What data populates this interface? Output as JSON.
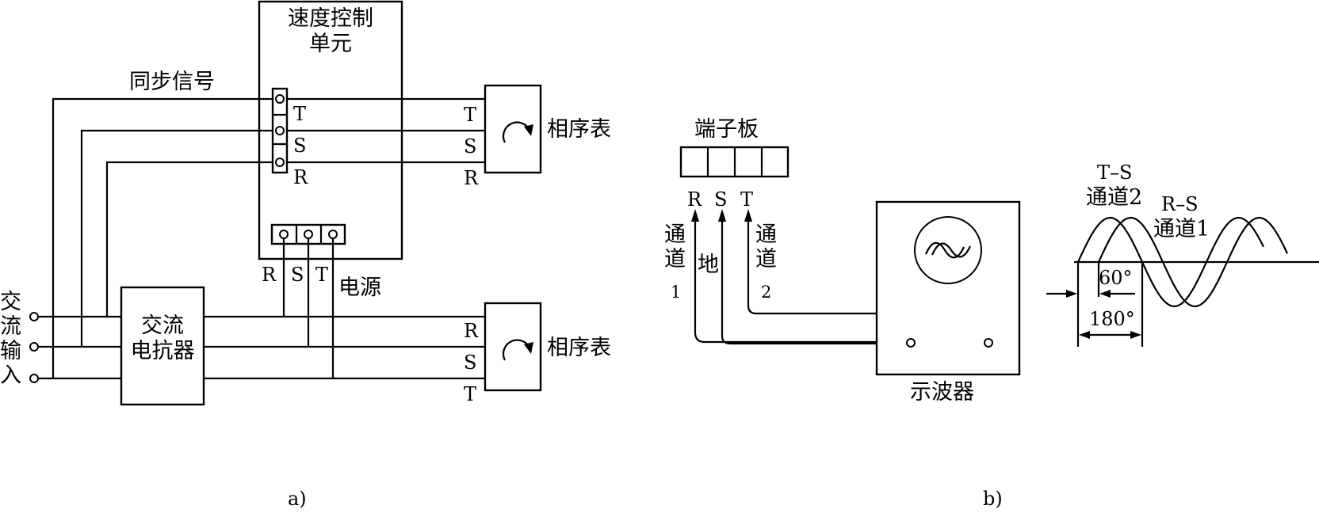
{
  "colors": {
    "ink": "#000000",
    "background": "#ffffff"
  },
  "diagram_a": {
    "speed_unit_label": [
      "速度控制",
      "单元"
    ],
    "sync_signal_label": "同步信号",
    "sync_terminal_labels": [
      "T",
      "S",
      "R"
    ],
    "power_terminal_labels": [
      "R",
      "S",
      "T"
    ],
    "power_label": "电源",
    "ac_input_label": [
      "交",
      "流",
      "输",
      "入"
    ],
    "reactor_label": [
      "交流",
      "电抗器"
    ],
    "meter_top": {
      "terminals": [
        "T",
        "S",
        "R"
      ],
      "label": "相序表",
      "icon": "rotation-arrow-icon"
    },
    "meter_bottom": {
      "terminals": [
        "R",
        "S",
        "T"
      ],
      "label": "相序表",
      "icon": "rotation-arrow-icon"
    },
    "caption": "a)"
  },
  "diagram_b": {
    "terminal_board_label": "端子板",
    "terminal_labels": [
      "R",
      "S",
      "T"
    ],
    "channel1_label": [
      "通",
      "道",
      "1"
    ],
    "ground_label": "地",
    "channel2_label": [
      "通",
      "道",
      "2"
    ],
    "oscilloscope_label": "示波器",
    "oscilloscope_icon": "sine-wave-icon",
    "waveform": {
      "ts_label": [
        "T–S",
        "通道2"
      ],
      "rs_label": [
        "R–S",
        "通道1"
      ],
      "phase_label": "60°",
      "period_label": "180°"
    },
    "caption": "b)"
  }
}
